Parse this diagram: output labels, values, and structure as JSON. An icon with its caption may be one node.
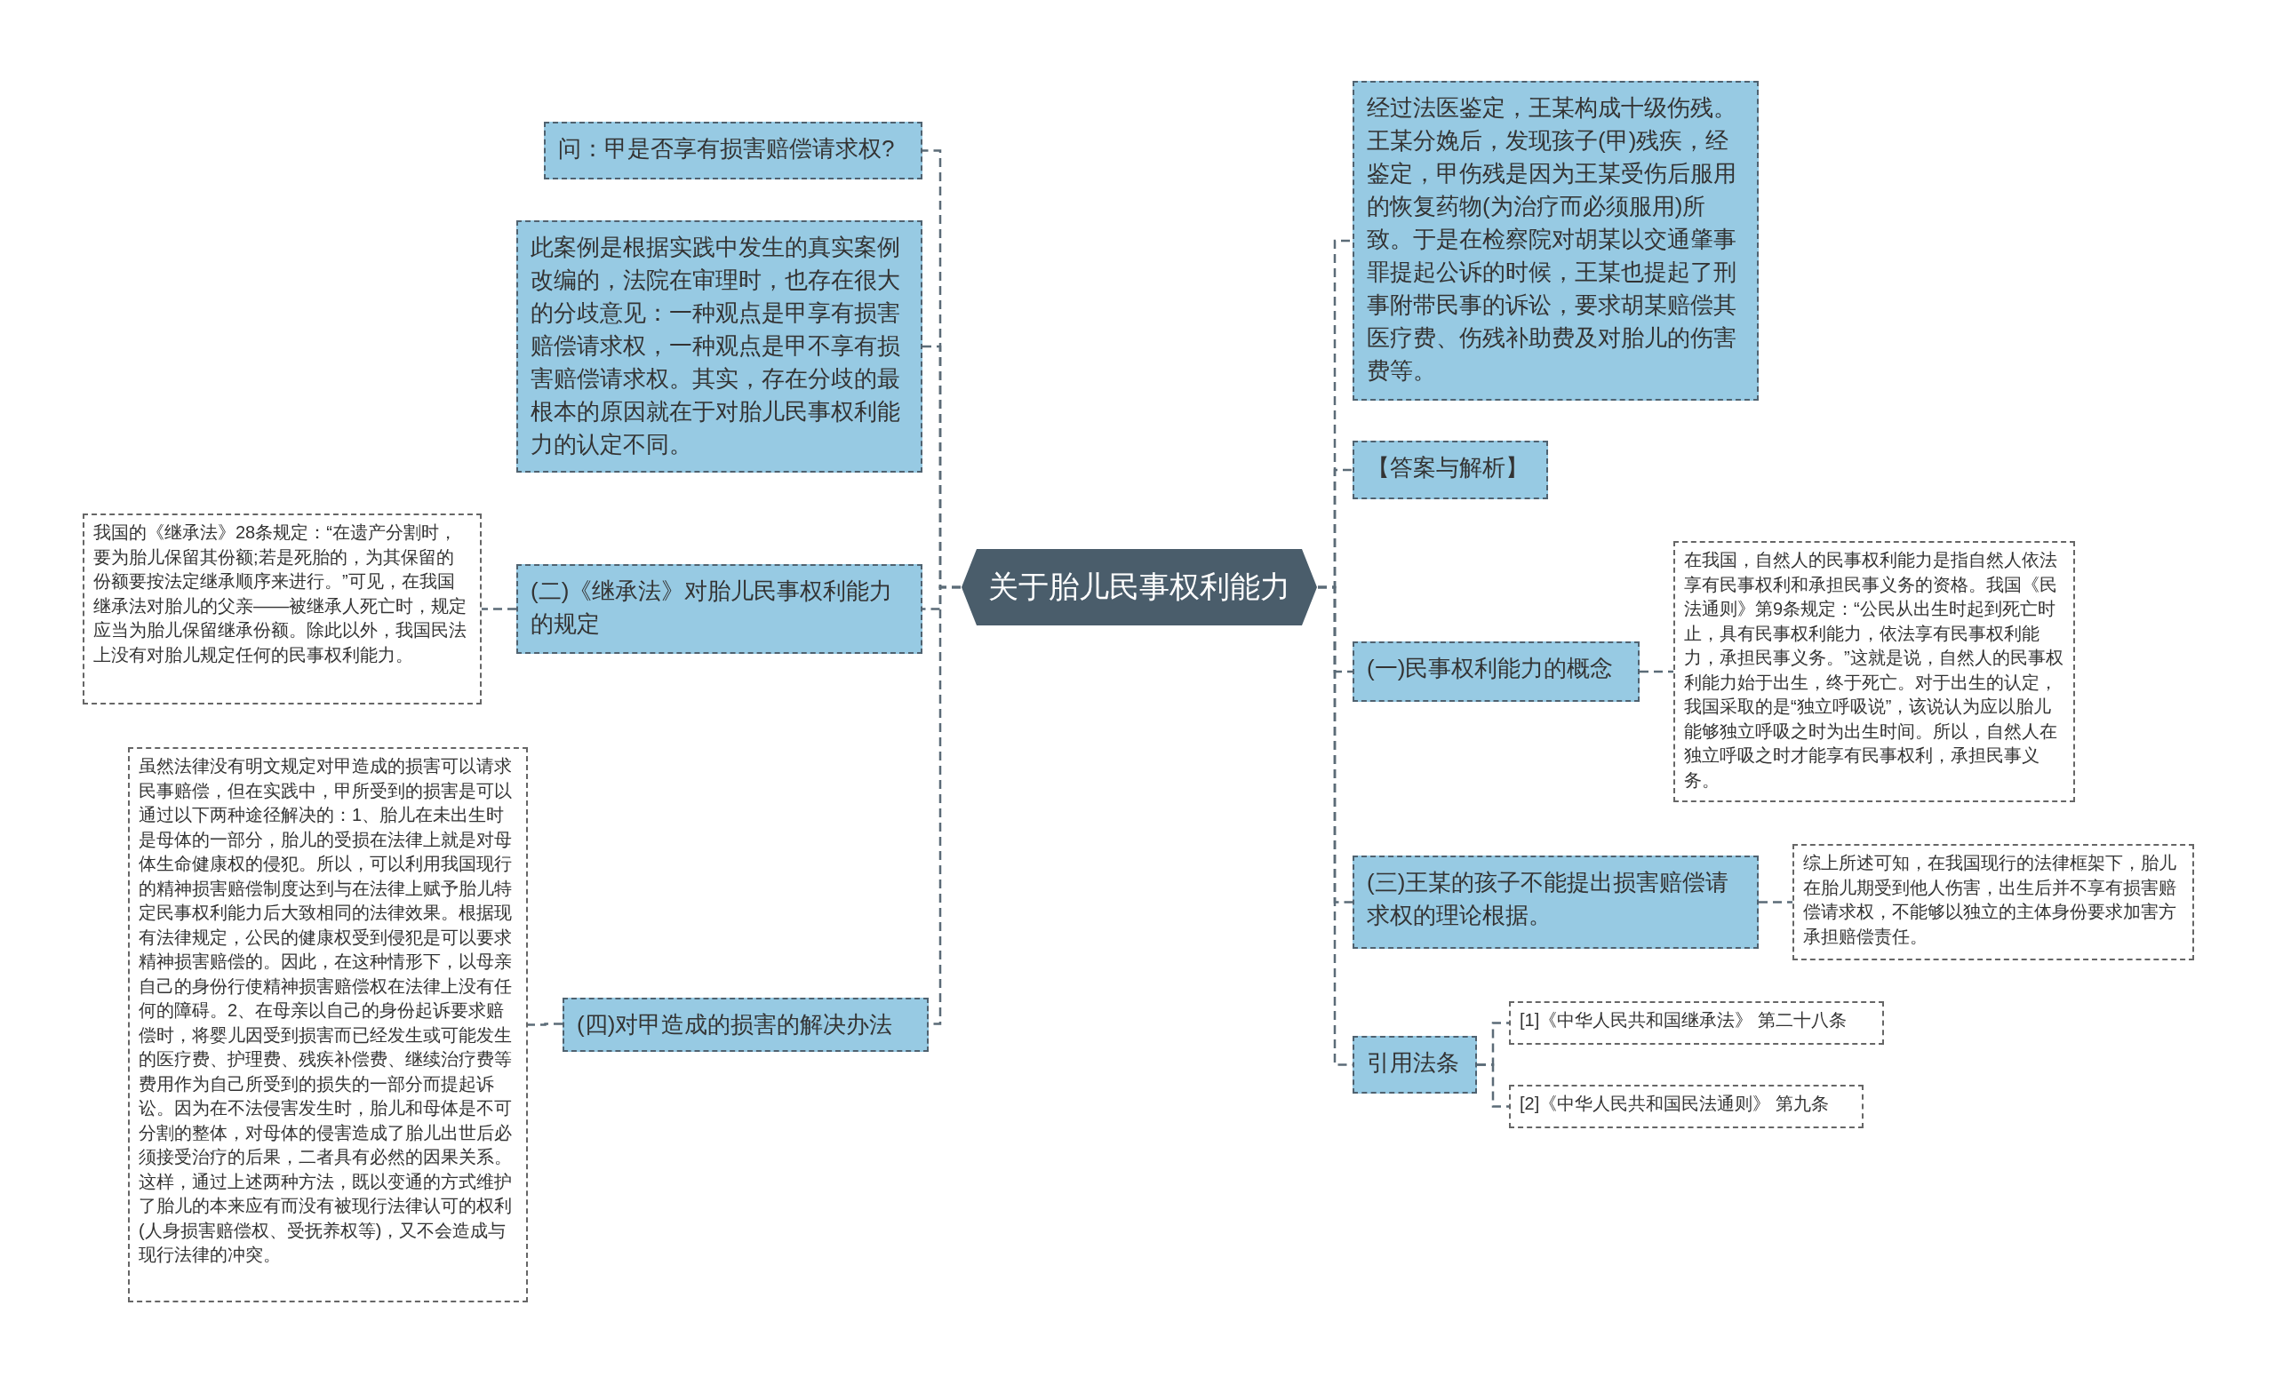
{
  "diagram": {
    "nodes": [
      {
        "text": [
          "关于胎儿民事权利能力"
        ]
      },
      {
        "text": [
          "问：甲是否享有损害赔偿请求权?"
        ]
      },
      {
        "text": [
          "此案例是根据实践中发生的真实案例改编的，法院在审理时，也存在很大的分歧意见：一种观点是甲享有损害赔偿请求权，一种观点是甲不享有损害赔偿请求权。其实，存在分歧的最根本的原因就在于对胎儿民事权利能力的认定不同。"
        ]
      },
      {
        "text": [
          "(二)《继承法》对胎儿民事权利能力的规定"
        ]
      },
      {
        "text": [
          "我国的《继承法》28条规定：“在遗产分割时，要为胎儿保留其份额;若是死胎的，为其保留的份额要按法定继承顺序来进行。”可见，在我国继承法对胎儿的父亲——被继承人死亡时，规定应当为胎儿保留继承份额。除此以外，我国民法上没有对胎儿规定任何的民事权利能力。"
        ]
      },
      {
        "text": [
          "(四)对甲造成的损害的解决办法"
        ]
      },
      {
        "text": [
          "虽然法律没有明文规定对甲造成的损害可以请求民事赔偿，但在实践中，甲所受到的损害是可以通过以下两种途径解决的：1、胎儿在未出生时是母体的一部分，胎儿的受损在法律上就是对母体生命健康权的侵犯。所以，可以利用我国现行的精神损害赔偿制度达到与在法律上赋予胎儿特定民事权利能力后大致相同的法律效果。根据现有法律规定，公民的健康权受到侵犯是可以要求精神损害赔偿的。因此，在这种情形下，以母亲自己的身份行使精神损害赔偿权在法律上没有任何的障碍。2、在母亲以自己的身份起诉要求赔偿时，将婴儿因受到损害而已经发生或可能发生的医疗费、护理费、残疾补偿费、继续治疗费等费用作为自己所受到的损失的一部分而提起诉讼。因为在不法侵害发生时，胎儿和母体是不可分割的整体，对母体的侵害造成了胎儿出世后必须接受治疗的后果，二者具有必然的因果关系。这样，通过上述两种方法，既以变通的方式维护了胎儿的本来应有而没有被现行法律认可的权利(人身损害赔偿权、受抚养权等)，又不会造成与现行法律的冲突。"
        ]
      },
      {
        "text": [
          "经过法医鉴定，王某构成十级伤残。王某分娩后，发现孩子(甲)残疾，经鉴定，甲伤残是因为王某受伤后服用的恢复药物(为治疗而必须服用)所致。于是在检察院对胡某以交通肇事罪提起公诉的时候，王某也提起了刑事附带民事的诉讼，要求胡某赔偿其医疗费、伤残补助费及对胎儿的伤害费等。"
        ]
      },
      {
        "text": [
          "【答案与解析】"
        ]
      },
      {
        "text": [
          "(一)民事权利能力的概念"
        ]
      },
      {
        "text": [
          "在我国，自然人的民事权利能力是指自然人依法享有民事权利和承担民事义务的资格。我国《民法通则》第9条规定：“公民从出生时起到死亡时止，具有民事权利能力，依法享有民事权利能力，承担民事义务。”这就是说，自然人的民事权利能力始于出生，终于死亡。对于出生的认定，我国采取的是“独立呼吸说”，该说认为应以胎儿能够独立呼吸之时为出生时间。所以，自然人在独立呼吸之时才能享有民事权利，承担民事义务。"
        ]
      },
      {
        "text": [
          "(三)王某的孩子不能提出损害赔偿请求权的理论根据。"
        ]
      },
      {
        "text": [
          "综上所述可知，在我国现行的法律框架下，胎儿在胎儿期受到他人伤害，出生后并不享有损害赔偿请求权，不能够以独立的主体身份要求加害方承担赔偿责任。"
        ]
      },
      {
        "text": [
          "引用法条"
        ]
      },
      {
        "text": [
          "[1]《中华人民共和国继承法》 第二十八条"
        ]
      },
      {
        "text": [
          "[2]《中华人民共和国民法通则》 第九条"
        ]
      }
    ],
    "edges": [
      {
        "from": 0,
        "to": 1,
        "arrow": "none",
        "style": "dashed"
      },
      {
        "from": 0,
        "to": 2,
        "arrow": "none",
        "style": "dashed"
      },
      {
        "from": 0,
        "to": 3,
        "arrow": "none",
        "style": "dashed"
      },
      {
        "from": 3,
        "to": 4,
        "arrow": "none",
        "style": "dashed"
      },
      {
        "from": 0,
        "to": 5,
        "arrow": "none",
        "style": "dashed"
      },
      {
        "from": 5,
        "to": 6,
        "arrow": "none",
        "style": "dashed"
      },
      {
        "from": 0,
        "to": 7,
        "arrow": "none",
        "style": "dashed"
      },
      {
        "from": 0,
        "to": 8,
        "arrow": "none",
        "style": "dashed"
      },
      {
        "from": 0,
        "to": 9,
        "arrow": "none",
        "style": "dashed"
      },
      {
        "from": 9,
        "to": 10,
        "arrow": "none",
        "style": "dashed"
      },
      {
        "from": 0,
        "to": 11,
        "arrow": "none",
        "style": "dashed"
      },
      {
        "from": 11,
        "to": 12,
        "arrow": "none",
        "style": "dashed"
      },
      {
        "from": 0,
        "to": 13,
        "arrow": "none",
        "style": "dashed"
      },
      {
        "from": 13,
        "to": 14,
        "arrow": "none",
        "style": "dashed"
      },
      {
        "from": 13,
        "to": 15,
        "arrow": "none",
        "style": "dashed"
      }
    ]
  }
}
